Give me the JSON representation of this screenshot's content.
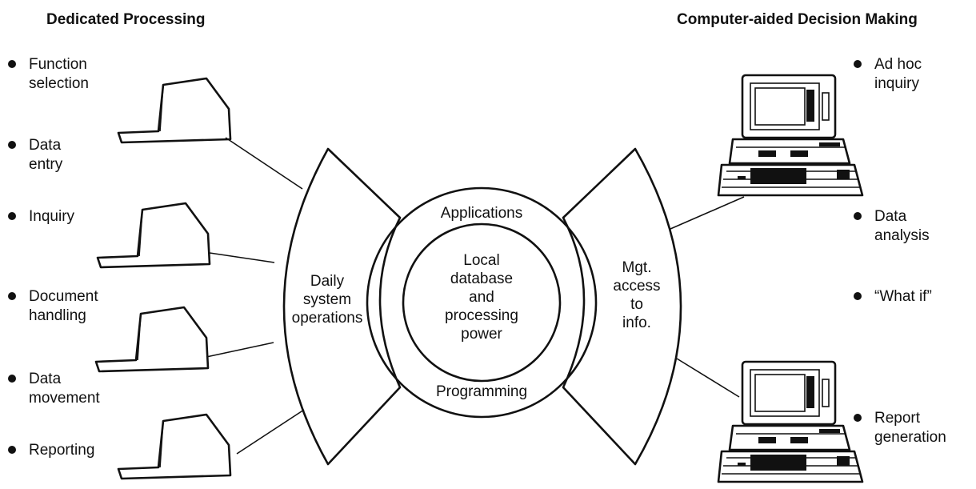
{
  "headings": {
    "left": "Dedicated Processing",
    "right": "Computer-aided Decision Making"
  },
  "left_items": [
    {
      "line1": "Function",
      "line2": "selection"
    },
    {
      "line1": "Data",
      "line2": "entry"
    },
    {
      "line1": "Inquiry",
      "line2": ""
    },
    {
      "line1": "Document",
      "line2": "handling"
    },
    {
      "line1": "Data",
      "line2": "movement"
    },
    {
      "line1": "Reporting",
      "line2": ""
    }
  ],
  "right_items": [
    {
      "line1": "Ad hoc",
      "line2": "inquiry"
    },
    {
      "line1": "Data",
      "line2": "analysis"
    },
    {
      "line1": "“What if”",
      "line2": ""
    },
    {
      "line1": "Report",
      "line2": "generation"
    }
  ],
  "left_wedge": {
    "line1": "Daily",
    "line2": "system",
    "line3": "operations"
  },
  "right_wedge": {
    "line1": "Mgt.",
    "line2": "access",
    "line3": "to",
    "line4": "info."
  },
  "ring": {
    "top": "Applications",
    "bottom": "Programming"
  },
  "core": {
    "line1": "Local",
    "line2": "database",
    "line3": "and",
    "line4": "processing",
    "line5": "power"
  },
  "icons": {
    "left_terminal": "terminal-icon",
    "right_computer": "desktop-computer-icon"
  },
  "colors": {
    "ink": "#111111",
    "paper": "#ffffff"
  }
}
